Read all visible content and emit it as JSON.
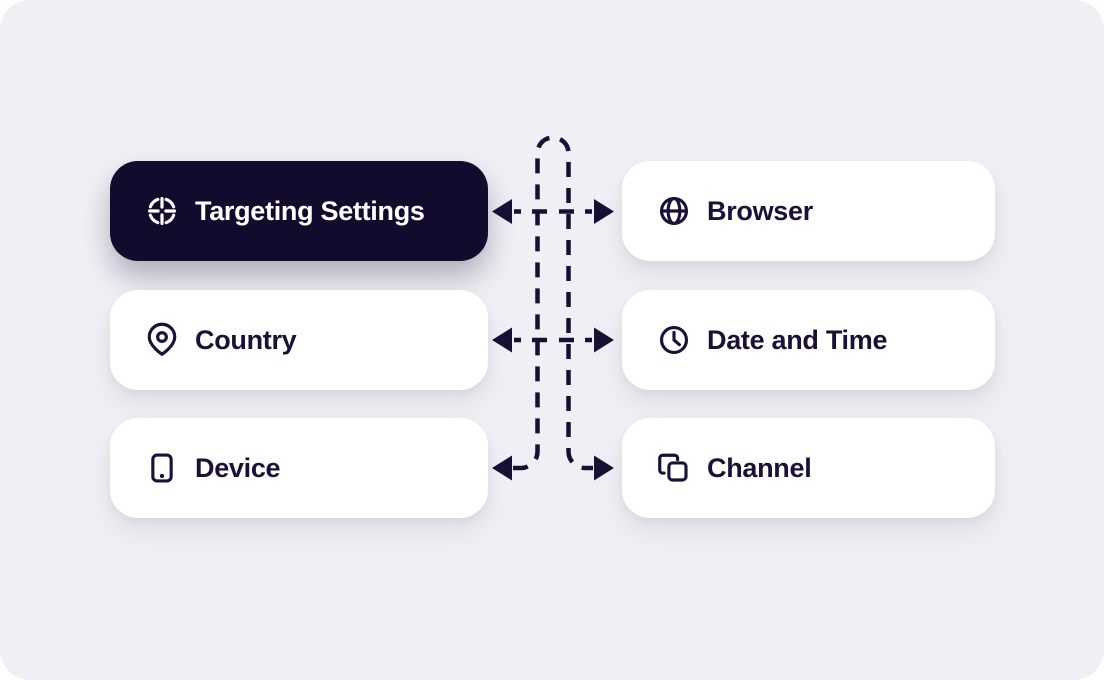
{
  "title": "Targeting settings diagram",
  "colors": {
    "panel_bg": "#eef0f5",
    "page_bg": "#ffffff",
    "ink": "#171034",
    "dark_card_bg": "#130b2e",
    "light_card_bg": "#ffffff",
    "dark_card_text": "#ffffff",
    "light_card_text": "#1a1038"
  },
  "cards": {
    "left": [
      {
        "label": "Targeting Settings",
        "icon": "target-icon",
        "variant": "dark"
      },
      {
        "label": "Country",
        "icon": "map-pin-icon",
        "variant": "light"
      },
      {
        "label": "Device",
        "icon": "smartphone-icon",
        "variant": "light"
      }
    ],
    "right": [
      {
        "label": "Browser",
        "icon": "globe-icon",
        "variant": "light"
      },
      {
        "label": "Date and Time",
        "icon": "clock-icon",
        "variant": "light"
      },
      {
        "label": "Channel",
        "icon": "copy-icon",
        "variant": "light"
      }
    ]
  },
  "connector": {
    "style": "dashed",
    "direction": "bidirectional",
    "rows": 3
  }
}
